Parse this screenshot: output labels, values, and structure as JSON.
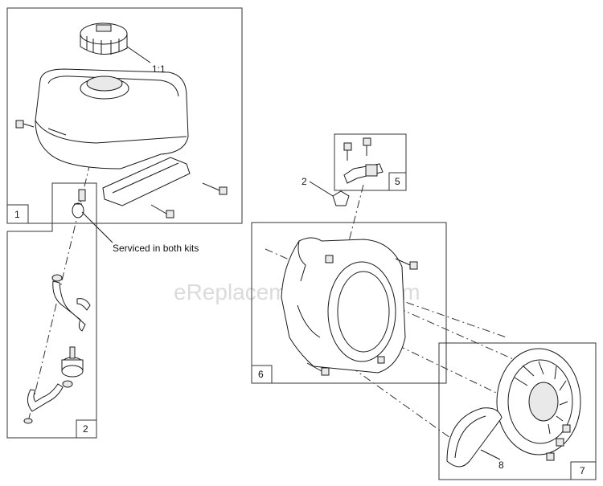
{
  "watermark": "eReplacementParts.com",
  "kits": [
    {
      "number": "1"
    },
    {
      "number": "2"
    },
    {
      "number": "5"
    },
    {
      "number": "6"
    },
    {
      "number": "7"
    }
  ],
  "callouts": {
    "cap": "1:1",
    "serviced": "Serviced in both kits",
    "bracket_ref": "2",
    "starter_ref": "8"
  }
}
